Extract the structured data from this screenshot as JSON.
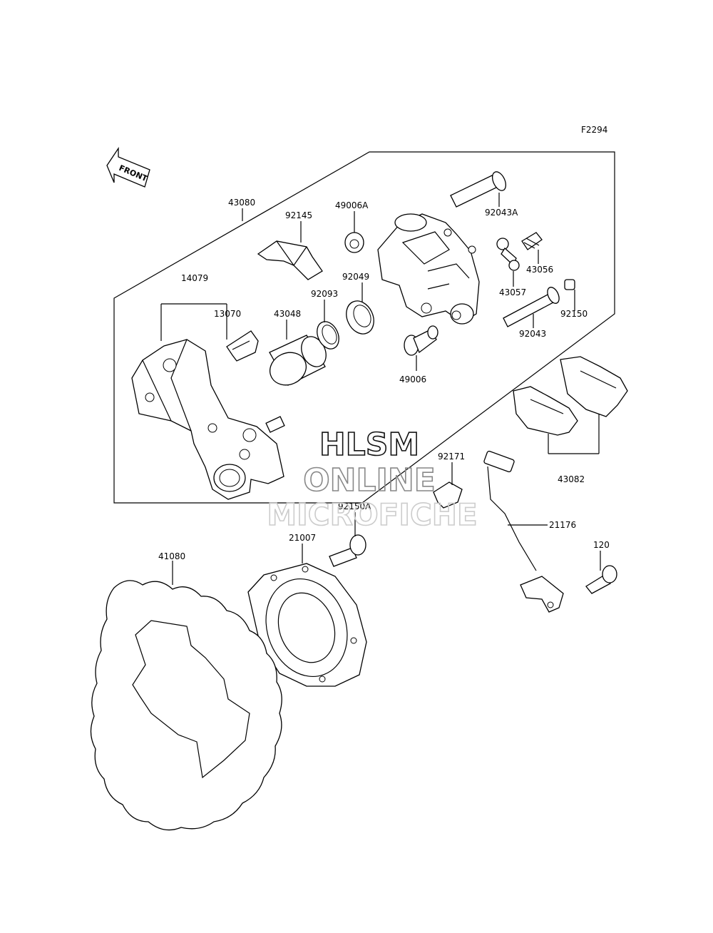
{
  "figure_id": "F2294",
  "front_label": "FRONT",
  "watermark": [
    "HLSM",
    "ONLINE",
    "MICROFICHE"
  ],
  "part_labels": {
    "p43080": "43080",
    "p92145": "92145",
    "p49006A": "49006A",
    "p92043A": "92043A",
    "p43056": "43056",
    "p43057": "43057",
    "p14079": "14079",
    "p13070": "13070",
    "p43048": "43048",
    "p92093": "92093",
    "p92049": "92049",
    "p92150": "92150",
    "p92043": "92043",
    "p49006": "49006",
    "p43082": "43082",
    "p92171": "92171",
    "p92150A": "92150A",
    "p21007": "21007",
    "p21176": "21176",
    "p41080": "41080",
    "p120": "120"
  }
}
